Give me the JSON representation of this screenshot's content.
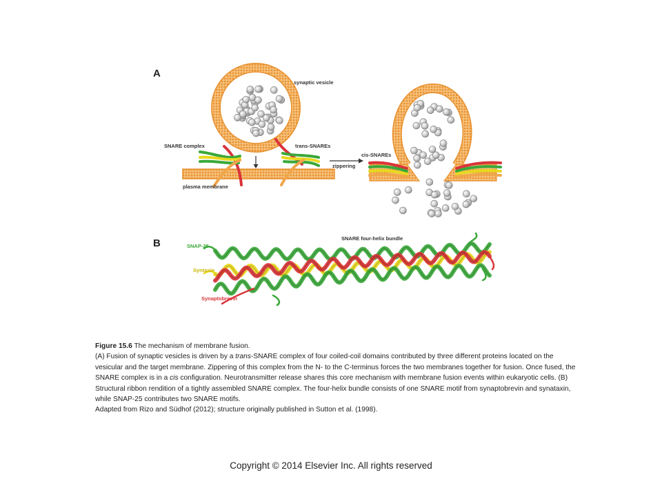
{
  "figure": {
    "panel_a": {
      "label": "A",
      "synaptic_vesicle": "synaptic vesicle",
      "snare_complex": "SNARE complex",
      "trans_snares": "trans-SNAREs",
      "plasma_membrane": "plasma membrane",
      "cis_snares": "cis-SNAREs",
      "zippering": "zippering"
    },
    "panel_b": {
      "label": "B",
      "bundle_title": "SNARE four-helix bundle",
      "snap25": "SNAP-25",
      "syntaxin": "Syntaxin",
      "synaptobrevin": "Synaptobrevin"
    },
    "colors": {
      "membrane": "#f0a64a",
      "snap25": "#3aa83a",
      "syntaxin": "#e8d81e",
      "synaptobrevin": "#d9343a",
      "vesicle_molecule": "#c8c8c8"
    }
  },
  "caption": {
    "title_bold": "Figure 15.6",
    "title_rest": " The mechanism of membrane fusion.",
    "body_1": "(A) Fusion of synaptic vesicles is driven by a ",
    "body_1_italic": "trans",
    "body_2": "-SNARE complex of four coiled-coil domains contributed by three different proteins located on the vesicular and the target membrane. Zippering of this complex from the N- to the C-terminus forces the two membranes together for fusion. Once fused, the SNARE complex is in a ",
    "body_2_italic": "cis",
    "body_3": " configuration. Neurotransmitter release shares this core mechanism with membrane fusion events within eukaryotic cells. (B) Structural ribbon rendition of a tightly assembled SNARE complex. The four-helix bundle consists of one SNARE motif from synaptobrevin and synataxin, while SNAP-25 contributes two SNARE motifs.",
    "credit": "Adapted from Rizo and Südhof (2012); structure originally published in Sutton et al. (1998)."
  },
  "footer": {
    "copyright": "Copyright © 2014  Elsevier Inc. All rights reserved"
  }
}
